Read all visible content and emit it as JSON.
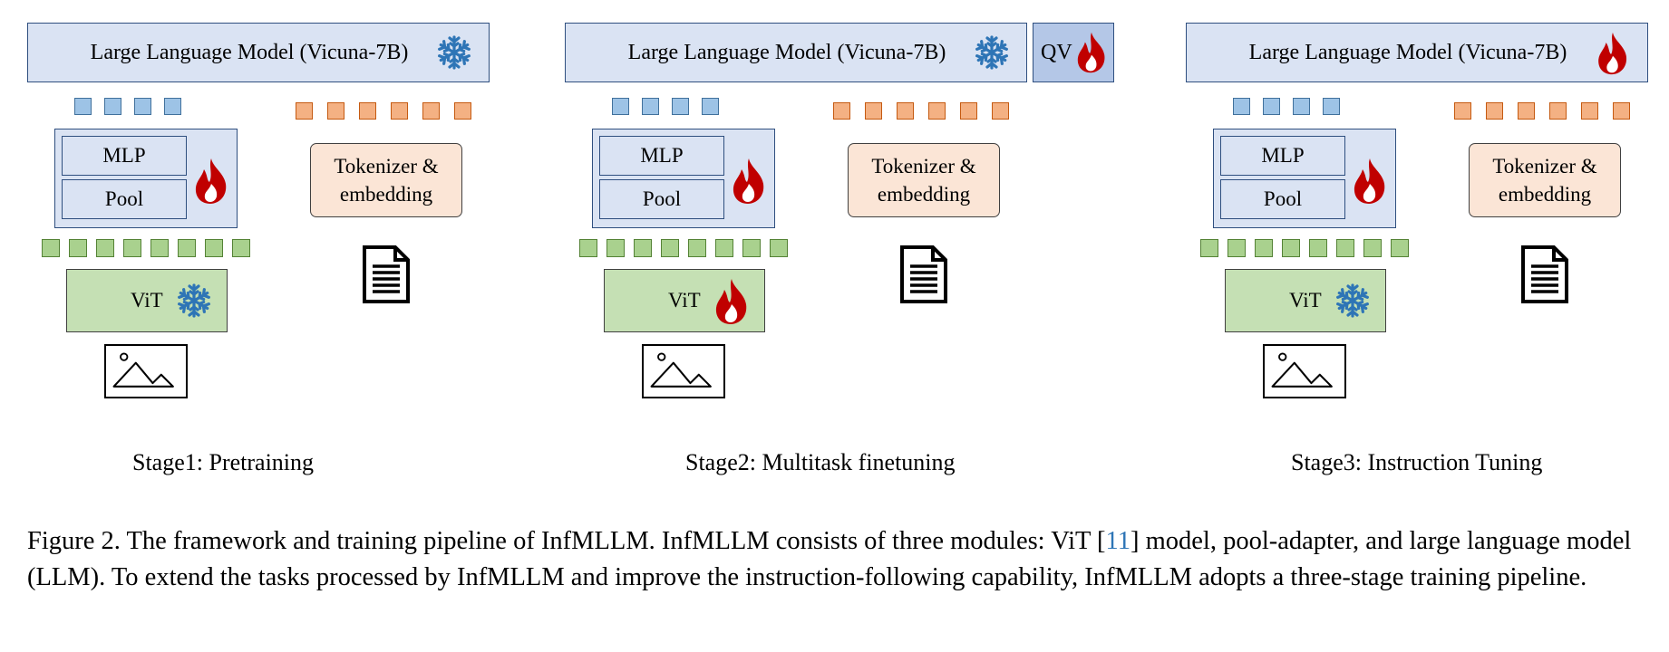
{
  "stages": [
    {
      "llm_label": "Large Language Model (Vicuna-7B)",
      "llm_icon": "snowflake-icon",
      "mlp_label": "MLP",
      "pool_label": "Pool",
      "adapter_icon": "flame-icon",
      "tokenizer_line1": "Tokenizer &",
      "tokenizer_line2": "embedding",
      "vit_label": "ViT",
      "vit_icon": "snowflake-icon",
      "stage_label": "Stage1: Pretraining"
    },
    {
      "llm_label": "Large Language Model (Vicuna-7B)",
      "llm_icon": "snowflake-icon",
      "qv_label": "QV",
      "qv_icon": "flame-icon",
      "mlp_label": "MLP",
      "pool_label": "Pool",
      "adapter_icon": "flame-icon",
      "tokenizer_line1": "Tokenizer &",
      "tokenizer_line2": "embedding",
      "vit_label": "ViT",
      "vit_icon": "flame-icon",
      "stage_label": "Stage2: Multitask finetuning"
    },
    {
      "llm_label": "Large Language Model (Vicuna-7B)",
      "llm_icon": "flame-icon",
      "mlp_label": "MLP",
      "pool_label": "Pool",
      "adapter_icon": "flame-icon",
      "tokenizer_line1": "Tokenizer &",
      "tokenizer_line2": "embedding",
      "vit_label": "ViT",
      "vit_icon": "snowflake-icon",
      "stage_label": "Stage3: Instruction Tuning"
    }
  ],
  "caption": {
    "part1": "Figure 2. The framework and training pipeline of InfMLLM. InfMLLM consists of three modules: ViT [",
    "ref": "11",
    "part2": "] model, pool-adapter, and large language model (LLM). To extend the tasks processed by InfMLLM and improve the instruction-following capability, InfMLLM adopts a three-stage training pipeline."
  },
  "colors": {
    "llm_fill": "#dae3f3",
    "qv_fill": "#b4c7e7",
    "blue_token": "#9dc3e6",
    "orange_token": "#f4b183",
    "green_token": "#a9d18e",
    "tokenizer_fill": "#fbe5d6",
    "vit_fill": "#c5e0b4",
    "flame": "#c00000",
    "snowflake": "#2e75b6",
    "reference": "#2e75b6"
  }
}
